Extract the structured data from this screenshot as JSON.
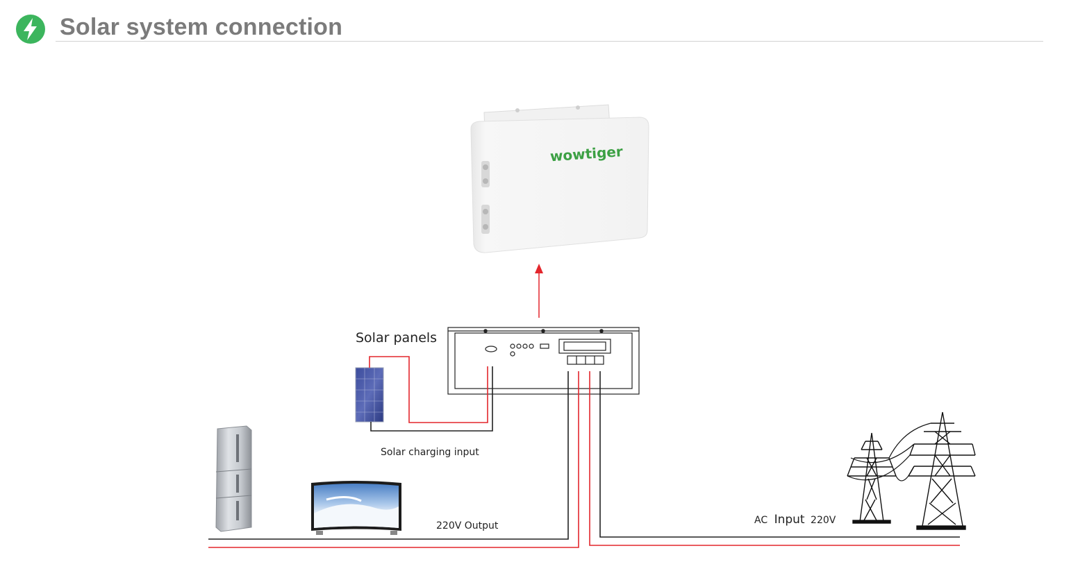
{
  "header": {
    "title": "Solar system connection",
    "icon": "lightning-bolt-icon",
    "icon_color": "#3cb55d"
  },
  "devices": {
    "battery_brand": "wowtiger",
    "brand_color": "#3ca044"
  },
  "labels": {
    "solar_panels": "Solar panels",
    "solar_charging_input": "Solar charging input",
    "output": "220V Output",
    "ac_prefix": "AC",
    "ac_input_word": "Input",
    "ac_voltage": "220V"
  },
  "colors": {
    "live_wire": "#e3262c",
    "neutral_wire": "#222222"
  }
}
